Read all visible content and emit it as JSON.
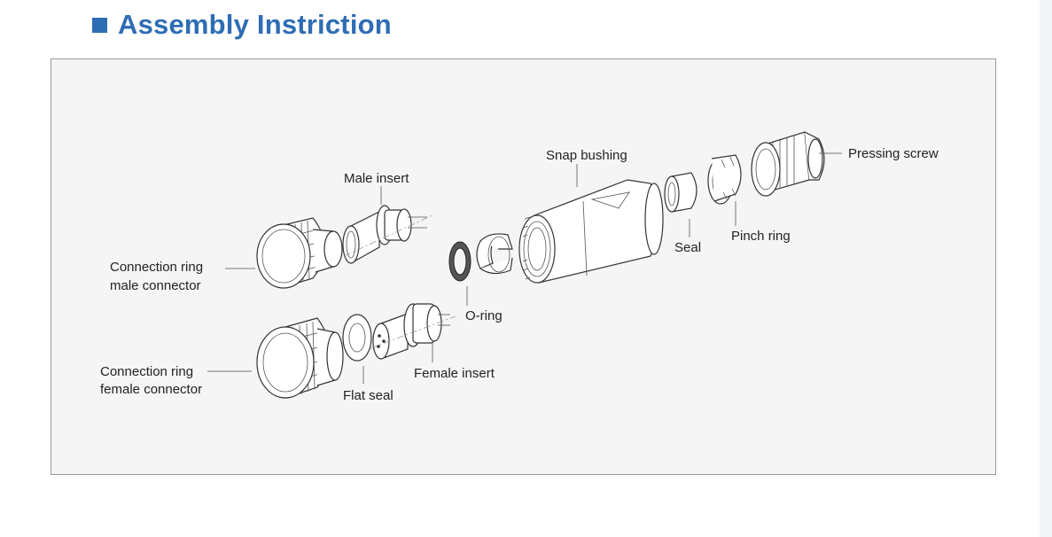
{
  "heading": {
    "title": "Assembly Instriction"
  },
  "diagram": {
    "labels": {
      "male_insert": "Male insert",
      "snap_bushing": "Snap bushing",
      "pressing_screw": "Pressing screw",
      "seal": "Seal",
      "pinch_ring": "Pinch ring",
      "o_ring": "O-ring",
      "conn_male_line1": "Connection ring",
      "conn_male_line2": "male connector",
      "conn_female_line1": "Connection ring",
      "conn_female_line2": "female connector",
      "female_insert": "Female insert",
      "flat_seal": "Flat seal"
    }
  }
}
